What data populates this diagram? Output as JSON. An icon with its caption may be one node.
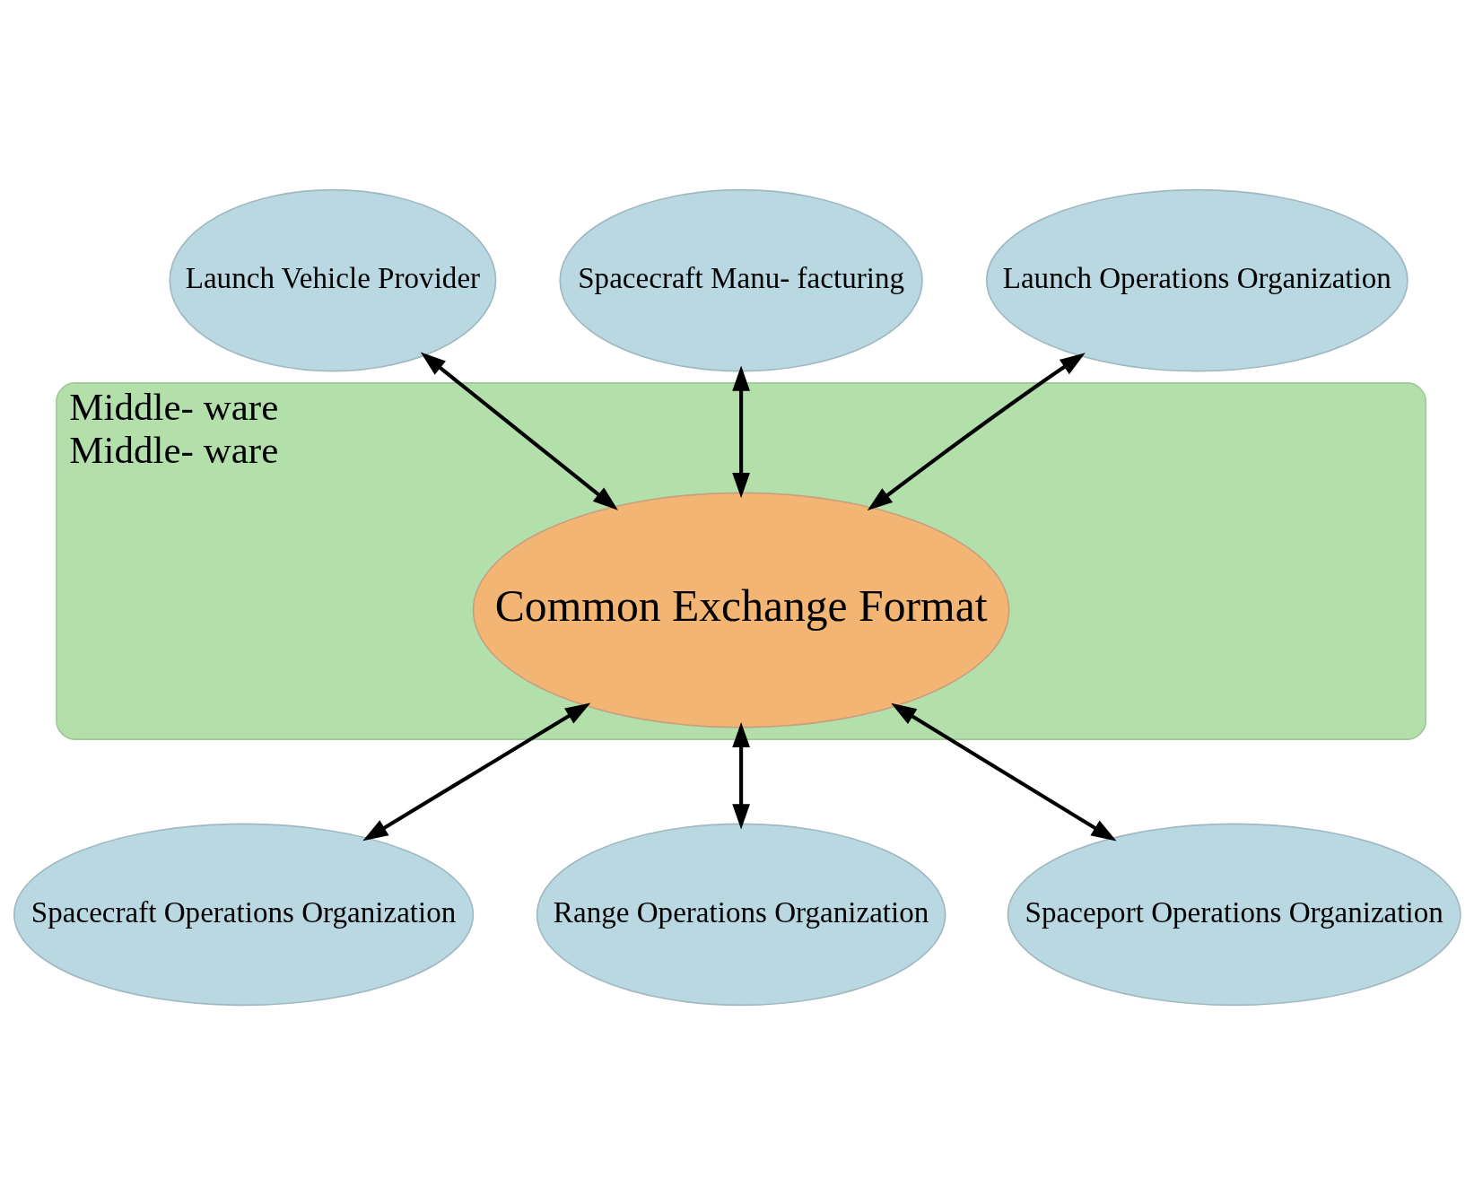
{
  "diagram": {
    "nodes": [
      {
        "text": [
          "Middle- ware",
          "Middle- ware"
        ]
      },
      {
        "text": [
          "Common Exchange Format"
        ],
        "in": 0
      },
      {
        "text": [
          "Launch Vehicle Provider"
        ]
      },
      {
        "text": [
          "Spacecraft Manu- facturing"
        ]
      },
      {
        "text": [
          "Launch Operations Organization"
        ]
      },
      {
        "text": [
          "Spacecraft Operations Organization"
        ]
      },
      {
        "text": [
          "Range Operations Organization"
        ]
      },
      {
        "text": [
          "Spaceport Operations Organization"
        ]
      }
    ],
    "edges": [
      {
        "from": 2,
        "to": 1,
        "arrow": "both"
      },
      {
        "from": 3,
        "to": 1,
        "arrow": "both"
      },
      {
        "from": 4,
        "to": 1,
        "arrow": "both"
      },
      {
        "from": 1,
        "to": 5,
        "arrow": "both"
      },
      {
        "from": 1,
        "to": 6,
        "arrow": "both"
      },
      {
        "from": 1,
        "to": 7,
        "arrow": "both"
      }
    ]
  }
}
